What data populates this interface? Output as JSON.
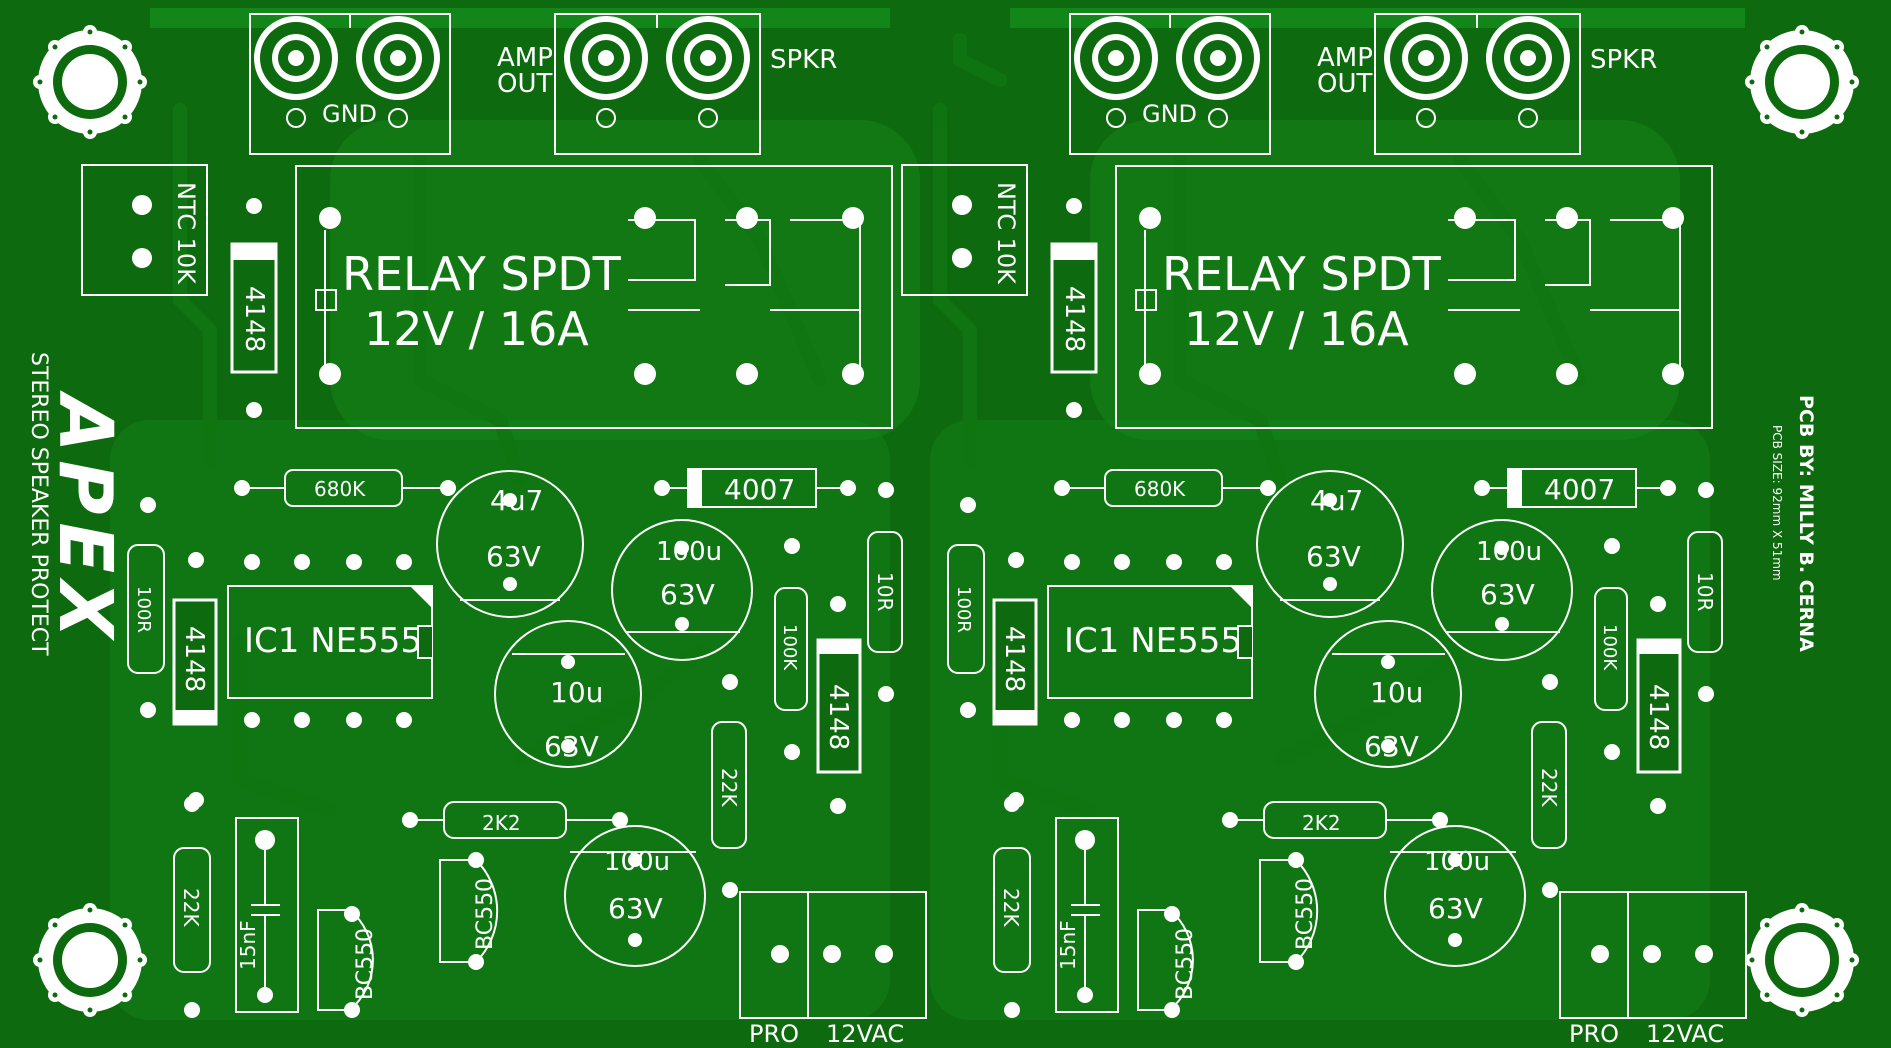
{
  "colors": {
    "board": "#0e6a0e",
    "pour": "#13861a",
    "trace": "#0f7612",
    "silk": "#ffffff",
    "pad": "#ffffff",
    "hole": "#0e6a0e"
  },
  "logo": {
    "text": "APEX"
  },
  "vertical_text": {
    "left_title": "STEREO SPEAKER PROTECT",
    "credit": "PCB BY: MILLY B. CERNA",
    "size": "PCB SIZE: 92mm X 51mm"
  },
  "channel": {
    "gnd_label": "GND",
    "amp_out_line1": "AMP",
    "amp_out_line2": "OUT",
    "spkr_label": "SPKR",
    "ntc_label": "NTC 10K",
    "relay_line1": "RELAY SPDT",
    "relay_line2": "12V / 16A",
    "ic_label": "IC1 NE555",
    "pro_label": "PRO",
    "vac_label": "12VAC",
    "diode_4148": "4148",
    "diode_4007": "4007",
    "res_680k": "680K",
    "res_100r": "100R",
    "res_10r": "10R",
    "res_100k": "100K",
    "res_22k": "22K",
    "res_2k2": "2K2",
    "cap_4u7": "4u7",
    "cap_10u": "10u",
    "cap_100u": "100u",
    "voltage": "63V",
    "cap_15nf": "15nF",
    "transistor": "BC550"
  }
}
